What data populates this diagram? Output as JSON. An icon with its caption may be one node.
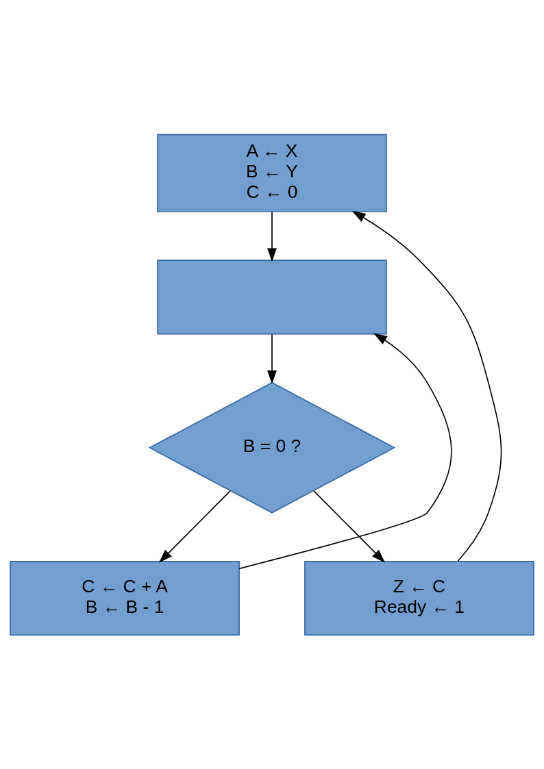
{
  "diagram": {
    "nodes": [
      {
        "text": [
          "A ← X",
          "B ← Y",
          "C ← 0"
        ]
      },
      {
        "text": [],
        "shape": "box"
      },
      {
        "text": [
          "B = 0 ?"
        ]
      },
      {
        "text": [
          "C ← C + A",
          "B ← B - 1"
        ]
      },
      {
        "text": [
          "Z ← C",
          "Ready ← 1"
        ]
      }
    ],
    "edges": [
      {
        "from": 0,
        "to": 1,
        "arrow": "to"
      },
      {
        "from": 1,
        "to": 2,
        "arrow": "to"
      },
      {
        "from": 2,
        "to": 3,
        "arrow": "to"
      },
      {
        "from": 2,
        "to": 4,
        "arrow": "to"
      },
      {
        "from": 3,
        "to": 1,
        "arrow": "to"
      },
      {
        "from": 4,
        "to": 0,
        "arrow": "to"
      }
    ]
  }
}
